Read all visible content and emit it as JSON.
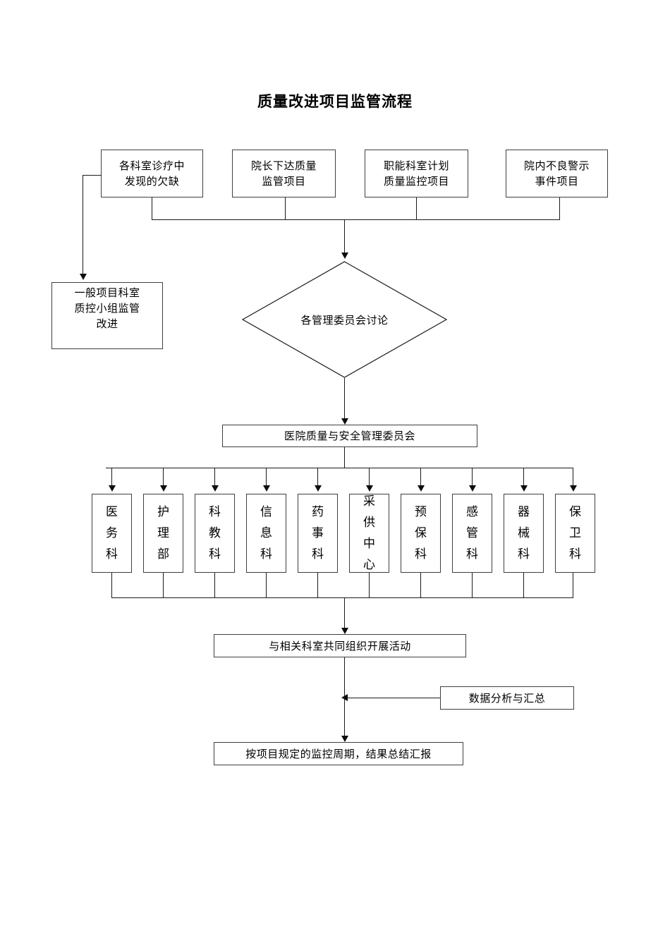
{
  "page": {
    "title": "质量改进项目监管流程",
    "background": "#ffffff",
    "line_color": "#1a1a1a",
    "border_color": "#3f3f3f"
  },
  "sources": [
    {
      "id": "source-1",
      "label": "各科室诊疗中\n发现的欠缺"
    },
    {
      "id": "source-2",
      "label": "院长下达质量\n监管项目"
    },
    {
      "id": "source-3",
      "label": "职能科室计划\n质量监控项目"
    },
    {
      "id": "source-4",
      "label": "院内不良警示\n事件项目"
    }
  ],
  "side_branch": {
    "id": "general-project-box",
    "label": "一般项目科室\n质控小组监管\n改进"
  },
  "decision": {
    "id": "committee-discussion",
    "label": "各管理委员会讨论"
  },
  "committee": {
    "id": "hospital-quality-safety-committee",
    "label": "医院质量与安全管理委员会"
  },
  "departments": [
    {
      "id": "dept-medical-affairs",
      "label": "医务科"
    },
    {
      "id": "dept-nursing",
      "label": "护理部"
    },
    {
      "id": "dept-education",
      "label": "科教科"
    },
    {
      "id": "dept-information",
      "label": "信息科"
    },
    {
      "id": "dept-pharmacy",
      "label": "药事科"
    },
    {
      "id": "dept-procurement-center",
      "label": "采供中心"
    },
    {
      "id": "dept-prevention",
      "label": "预保科"
    },
    {
      "id": "dept-infection-control",
      "label": "感管科"
    },
    {
      "id": "dept-equipment",
      "label": "器械科"
    },
    {
      "id": "dept-security",
      "label": "保卫科"
    }
  ],
  "activity": {
    "id": "joint-activity",
    "label": "与相关科室共同组织开展活动"
  },
  "data_analysis": {
    "id": "data-analysis",
    "label": "数据分析与汇总"
  },
  "report": {
    "id": "periodic-report",
    "label": "按项目规定的监控周期，结果总结汇报"
  }
}
